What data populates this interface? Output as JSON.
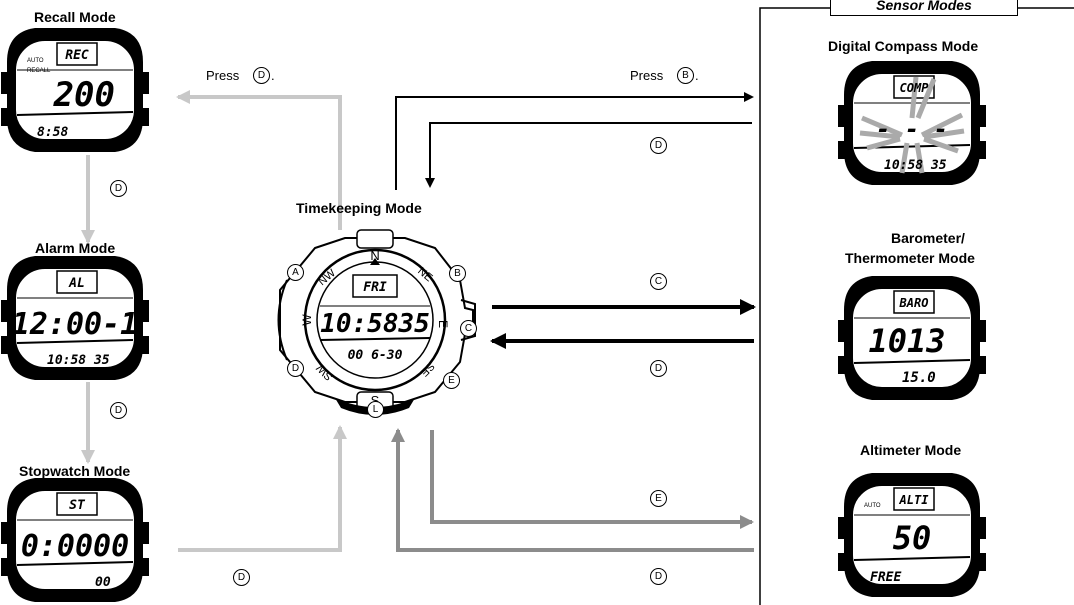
{
  "modes": {
    "recall": {
      "title": "Recall Mode",
      "top": "REC",
      "main": "200",
      "bottom": "8:58"
    },
    "alarm": {
      "title": "Alarm Mode",
      "top": "AL",
      "main": "12:00-1",
      "bottom": "10:58 35"
    },
    "stopwatch": {
      "title": "Stopwatch Mode",
      "top": "ST",
      "main": "0:0000",
      "bottom": "00"
    },
    "timekeeping": {
      "title": "Timekeeping Mode",
      "top": "FRI",
      "main": "10:5835",
      "bottom": "00  6-30"
    },
    "compass": {
      "title": "Digital Compass Mode",
      "top": "COMP",
      "main": "- - -",
      "bottom": "10:58 35"
    },
    "barometer": {
      "title_line1": "Barometer/",
      "title_line2": "Thermometer Mode",
      "top": "BARO",
      "main": "1013",
      "bottom": "15.0"
    },
    "altimeter": {
      "title": "Altimeter Mode",
      "top": "ALTI",
      "main": "50",
      "bottom": "FREE"
    }
  },
  "sensor_group": {
    "title": "Sensor Modes"
  },
  "instructions": {
    "press_d": "Press",
    "press_b": "Press"
  },
  "buttons": {
    "A": "A",
    "B": "B",
    "C": "C",
    "D": "D",
    "E": "E",
    "L": "L"
  },
  "bezel": {
    "N": "N",
    "NE": "NE",
    "E": "E",
    "SE": "SE",
    "S": "S",
    "SW": "SW",
    "W": "W",
    "NW": "NW"
  },
  "colors": {
    "arrow_black": "#000000",
    "arrow_light": "#c8c8c8",
    "arrow_mid": "#8c8c8c"
  }
}
